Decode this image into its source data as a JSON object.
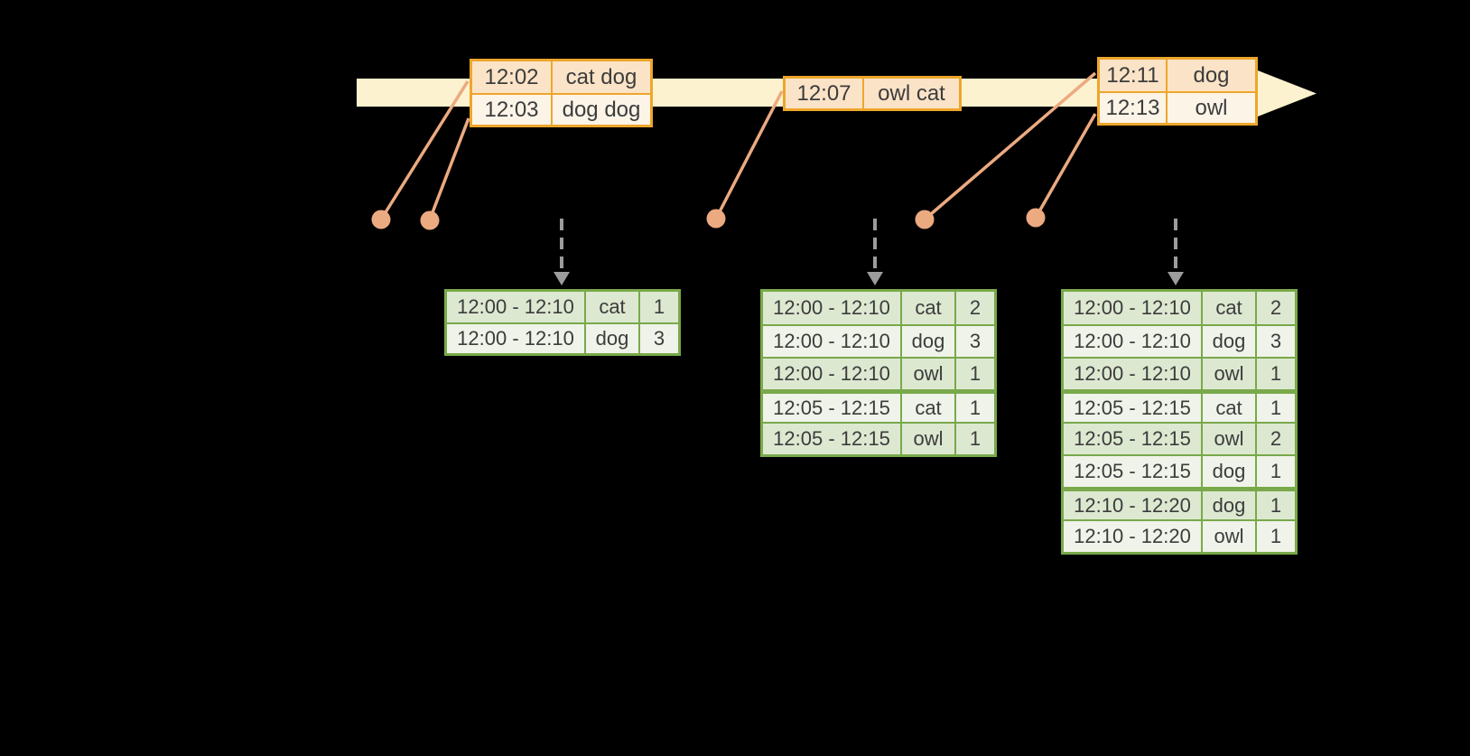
{
  "colors": {
    "canvas_bg": "#000000",
    "band_fill": "#fdf2cf",
    "event_border": "#eda62b",
    "event_row_odd": "#fbe3c7",
    "event_row_even": "#fdf4e8",
    "connector": "#ecaa80",
    "trigger_arrow": "#9c9c9c",
    "result_border": "#79a94a",
    "result_row_odd": "#dde8d1",
    "result_row_even": "#eff3e9",
    "table_text": "#3c3c3c"
  },
  "timeline": {
    "events": [
      {
        "rows": [
          {
            "time": "12:02",
            "words": "cat dog"
          },
          {
            "time": "12:03",
            "words": "dog dog"
          }
        ]
      },
      {
        "rows": [
          {
            "time": "12:07",
            "words": "owl cat"
          }
        ]
      },
      {
        "rows": [
          {
            "time": "12:11",
            "words": "dog"
          },
          {
            "time": "12:13",
            "words": "owl"
          }
        ]
      }
    ]
  },
  "results": [
    {
      "rows": [
        {
          "window": "12:00 - 12:10",
          "word": "cat",
          "count": "1"
        },
        {
          "window": "12:00 - 12:10",
          "word": "dog",
          "count": "3"
        }
      ]
    },
    {
      "rows": [
        {
          "window": "12:00 - 12:10",
          "word": "cat",
          "count": "2"
        },
        {
          "window": "12:00 - 12:10",
          "word": "dog",
          "count": "3"
        },
        {
          "window": "12:00 - 12:10",
          "word": "owl",
          "count": "1"
        },
        {
          "window": "12:05 - 12:15",
          "word": "cat",
          "count": "1"
        },
        {
          "window": "12:05 - 12:15",
          "word": "owl",
          "count": "1"
        }
      ]
    },
    {
      "rows": [
        {
          "window": "12:00 - 12:10",
          "word": "cat",
          "count": "2"
        },
        {
          "window": "12:00 - 12:10",
          "word": "dog",
          "count": "3"
        },
        {
          "window": "12:00 - 12:10",
          "word": "owl",
          "count": "1"
        },
        {
          "window": "12:05 - 12:15",
          "word": "cat",
          "count": "1"
        },
        {
          "window": "12:05 - 12:15",
          "word": "owl",
          "count": "2"
        },
        {
          "window": "12:05 - 12:15",
          "word": "dog",
          "count": "1"
        },
        {
          "window": "12:10 - 12:20",
          "word": "dog",
          "count": "1"
        },
        {
          "window": "12:10 - 12:20",
          "word": "owl",
          "count": "1"
        }
      ]
    }
  ]
}
